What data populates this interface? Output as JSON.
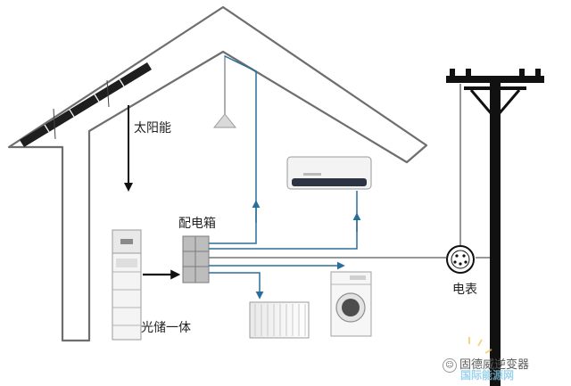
{
  "labels": {
    "solar": "太阳能",
    "distribution_box": "配电箱",
    "storage_unit": "光储一体",
    "meter": "电表"
  },
  "watermark": {
    "icon": "wechat-icon",
    "account": "固德威逆变器",
    "site": "国际能源网"
  },
  "colors": {
    "house_outline": "#6e6e6e",
    "blue_wire": "#2a6f9a",
    "grey_wire": "#8a8a8a",
    "black_arrow": "#111111"
  }
}
